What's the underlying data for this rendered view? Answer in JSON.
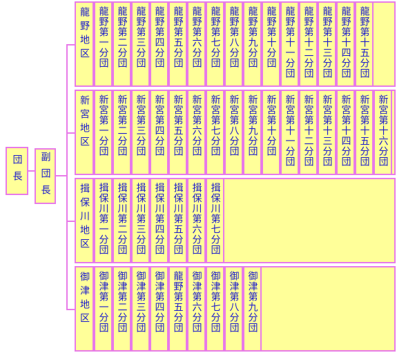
{
  "root": {
    "label": "団長"
  },
  "vice": {
    "label": "副団長"
  },
  "districts": [
    {
      "name": "龍野地区",
      "groups": [
        "龍野第一分団",
        "龍野第二分団",
        "龍野第三分団",
        "龍野第四分団",
        "龍野第五分団",
        "龍野第六分団",
        "龍野第七分団",
        "龍野第八分団",
        "龍野第九分団",
        "龍野第十分団",
        "龍野第十一分団",
        "龍野第十二分団",
        "龍野第十三分団",
        "龍野第十四分団",
        "龍野第十五分団"
      ]
    },
    {
      "name": "新宮地区",
      "groups": [
        "新宮第一分団",
        "新宮第二分団",
        "新宮第三分団",
        "新宮第四分団",
        "新宮第五分団",
        "新宮第六分団",
        "新宮第七分団",
        "新宮第八分団",
        "新宮第九分団",
        "新宮第十分団",
        "新宮第十一分団",
        "新宮第十二分団",
        "新宮第十三分団",
        "新宮第十四分団",
        "新宮第十五分団",
        "新宮第十六分団"
      ]
    },
    {
      "name": "揖保川地区",
      "groups": [
        "揖保川第一分団",
        "揖保川第二分団",
        "揖保川第三分団",
        "揖保川第四分団",
        "揖保川第五分団",
        "揖保川第六分団",
        "揖保川第七分団"
      ]
    },
    {
      "name": "御津地区",
      "groups": [
        "御津第一分団",
        "御津第二分団",
        "御津第三分団",
        "御津第四分団",
        "龍野第五分団",
        "御津第六分団",
        "御津第七分団",
        "御津第八分団",
        "御津第九分団"
      ]
    }
  ],
  "colors": {
    "fill": "#ffff99",
    "border": "#e87ae8",
    "text": "#1a1acc"
  }
}
